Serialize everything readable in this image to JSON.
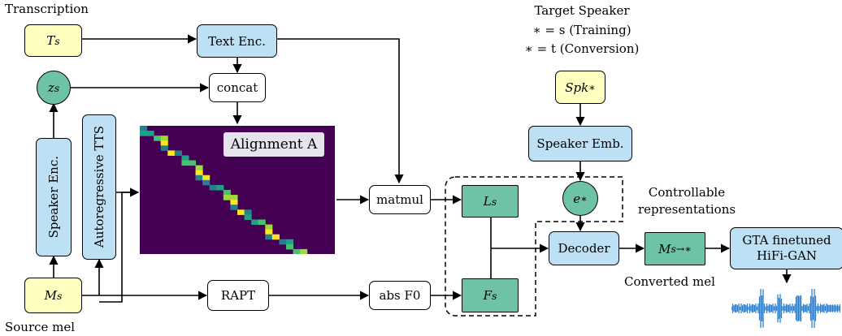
{
  "labels": {
    "transcription": "Transcription",
    "source_mel": "Source mel",
    "target_speaker": "Target Speaker",
    "training_case": "∗ = s (Training)",
    "conversion_case": "∗ = t (Conversion)",
    "controllable_line1": "Controllable",
    "controllable_line2": "representations",
    "converted_mel": "Converted mel"
  },
  "nodes": {
    "ts": "T",
    "ts_sub": "s",
    "zs": "z",
    "zs_sub": "s",
    "ms": "M",
    "ms_sub": "s",
    "text_enc": "Text Enc.",
    "concat": "concat",
    "speaker_enc": "Speaker Enc.",
    "autoregressive_tts": "Autoregressive TTS",
    "alignment": "Alignment A",
    "matmul": "matmul",
    "rapt": "RAPT",
    "abs_f0": "abs F0",
    "ls": "L",
    "ls_sub": "s",
    "fs": "F",
    "fs_sub": "s",
    "spk": "Spk",
    "spk_sub": "∗",
    "speaker_emb": "Speaker Emb.",
    "e_star": "e",
    "e_star_sub": "∗",
    "decoder": "Decoder",
    "m_conv": "M",
    "m_conv_sub": "s→∗",
    "vocoder_line1": "GTA finetuned",
    "vocoder_line2": "HiFi-GAN"
  },
  "colors": {
    "input_yellow": "#ffffc0",
    "module_blue": "#bde0f5",
    "repr_green": "#6ec2a5",
    "heatmap_bg": "#440154",
    "waveform": "#2b7fd0"
  }
}
